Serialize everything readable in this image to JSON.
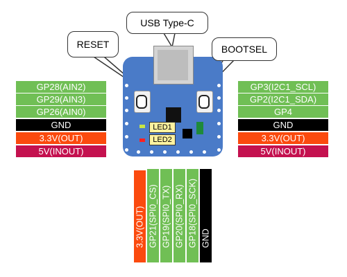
{
  "callouts": {
    "usb": "USB Type-C",
    "reset": "RESET",
    "bootsel": "BOOTSEL"
  },
  "leds": {
    "led1": "LED1",
    "led2": "LED2"
  },
  "left_pins": [
    "GP28(AIN2)",
    "GP29(AIN3)",
    "GP26(AIN0)",
    "GND",
    "3.3V(OUT)",
    "5V(INOUT)"
  ],
  "right_pins": [
    "GP3(I2C1_SCL)",
    "GP2(I2C1_SDA)",
    "GP4",
    "GND",
    "3.3V(OUT)",
    "5V(INOUT)"
  ],
  "bottom_pins": [
    "3.3V(OUT)",
    "GP21(SPI0_CS)",
    "GP19(SPI0_TX)",
    "GP20(SPI0_RX)",
    "GP18(SPI0_SCK)",
    "GND"
  ],
  "colors": {
    "gpio": "#70bf55",
    "gnd": "#000000",
    "v33": "#fb4a0e",
    "v5": "#c4114f",
    "board": "#4a7bc8"
  }
}
